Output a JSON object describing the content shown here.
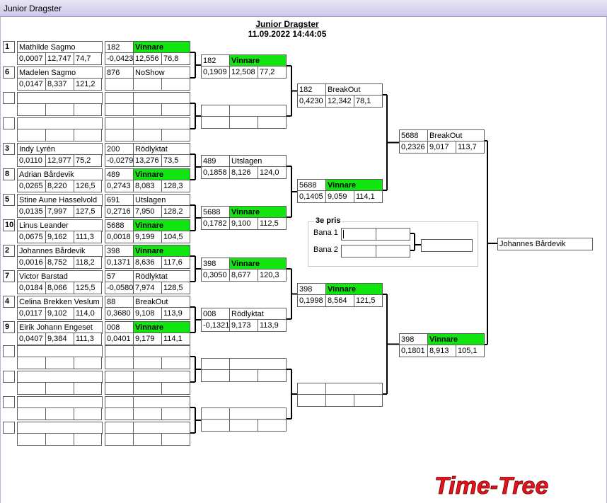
{
  "window": {
    "title": "Junior Dragster"
  },
  "header": {
    "title": "Junior Dragster",
    "datetime": "11.09.2022 14:44:05"
  },
  "round1": [
    {
      "seed": "1",
      "name": "Mathilde Sagmo",
      "rt": "0,0007",
      "et": "12,747",
      "speed": "74,7",
      "pair": "182",
      "status": "Vinnare",
      "win": true,
      "rt2": "-0,0423",
      "et2": "12,556",
      "speed2": "76,8"
    },
    {
      "seed": "6",
      "name": "Madelen Sagmo",
      "rt": "0,0147",
      "et": "8,337",
      "speed": "121,2",
      "pair": "876",
      "status": "NoShow",
      "win": false,
      "rt2": "",
      "et2": "",
      "speed2": ""
    },
    {
      "seed": "",
      "name": "",
      "rt": "",
      "et": "",
      "speed": "",
      "pair": "",
      "status": "",
      "win": false,
      "rt2": "",
      "et2": "",
      "speed2": ""
    },
    {
      "seed": "",
      "name": "",
      "rt": "",
      "et": "",
      "speed": "",
      "pair": "",
      "status": "",
      "win": false,
      "rt2": "",
      "et2": "",
      "speed2": ""
    },
    {
      "seed": "3",
      "name": "Indy Lyrén",
      "rt": "0,0110",
      "et": "12,977",
      "speed": "75,2",
      "pair": "200",
      "status": "Rödlyktat",
      "win": false,
      "rt2": "-0,0279",
      "et2": "13,276",
      "speed2": "73,5"
    },
    {
      "seed": "8",
      "name": "Adrian Bårdevik",
      "rt": "0,0265",
      "et": "8,220",
      "speed": "126,5",
      "pair": "489",
      "status": "Vinnare",
      "win": true,
      "rt2": "0,2743",
      "et2": "8,083",
      "speed2": "128,3"
    },
    {
      "seed": "5",
      "name": "Stine Aune Hasselvold",
      "rt": "0,0135",
      "et": "7,997",
      "speed": "127,5",
      "pair": "691",
      "status": "Utslagen",
      "win": false,
      "rt2": "0,2716",
      "et2": "7,950",
      "speed2": "128,2"
    },
    {
      "seed": "10",
      "name": "Linus Leander",
      "rt": "0,0675",
      "et": "9,162",
      "speed": "111,3",
      "pair": "5688",
      "status": "Vinnare",
      "win": true,
      "rt2": "0,0018",
      "et2": "9,199",
      "speed2": "104,5"
    },
    {
      "seed": "2",
      "name": "Johannes Bårdevik",
      "rt": "0,0016",
      "et": "8,752",
      "speed": "118,2",
      "pair": "398",
      "status": "Vinnare",
      "win": true,
      "rt2": "0,1371",
      "et2": "8,636",
      "speed2": "117,6"
    },
    {
      "seed": "7",
      "name": "Victor Barstad",
      "rt": "0,0184",
      "et": "8,066",
      "speed": "125,5",
      "pair": "57",
      "status": "Rödlyktat",
      "win": false,
      "rt2": "-0,0580",
      "et2": "7,974",
      "speed2": "128,5"
    },
    {
      "seed": "4",
      "name": "Celina Brekken Veslum",
      "rt": "0,0117",
      "et": "9,102",
      "speed": "114,0",
      "pair": "88",
      "status": "BreakOut",
      "win": false,
      "rt2": "0,3680",
      "et2": "9,108",
      "speed2": "113,9"
    },
    {
      "seed": "9",
      "name": "Eirik Johann Engeset",
      "rt": "0,0407",
      "et": "9,384",
      "speed": "111,3",
      "pair": "008",
      "status": "Vinnare",
      "win": true,
      "rt2": "0,0401",
      "et2": "9,179",
      "speed2": "114,1"
    },
    {
      "seed": "",
      "name": "",
      "rt": "",
      "et": "",
      "speed": "",
      "pair": "",
      "status": "",
      "win": false,
      "rt2": "",
      "et2": "",
      "speed2": ""
    },
    {
      "seed": "",
      "name": "",
      "rt": "",
      "et": "",
      "speed": "",
      "pair": "",
      "status": "",
      "win": false,
      "rt2": "",
      "et2": "",
      "speed2": ""
    },
    {
      "seed": "",
      "name": "",
      "rt": "",
      "et": "",
      "speed": "",
      "pair": "",
      "status": "",
      "win": false,
      "rt2": "",
      "et2": "",
      "speed2": ""
    },
    {
      "seed": "",
      "name": "",
      "rt": "",
      "et": "",
      "speed": "",
      "pair": "",
      "status": "",
      "win": false,
      "rt2": "",
      "et2": "",
      "speed2": ""
    }
  ],
  "round2": [
    {
      "pair": "182",
      "status": "Vinnare",
      "win": true,
      "rt": "0,1909",
      "et": "12,508",
      "speed": "77,2"
    },
    {
      "pair": "",
      "status": "",
      "win": false,
      "rt": "",
      "et": "",
      "speed": ""
    },
    {
      "pair": "489",
      "status": "Utslagen",
      "win": false,
      "rt": "0,1858",
      "et": "8,126",
      "speed": "124,0"
    },
    {
      "pair": "5688",
      "status": "Vinnare",
      "win": true,
      "rt": "0,1782",
      "et": "9,100",
      "speed": "112,5"
    },
    {
      "pair": "398",
      "status": "Vinnare",
      "win": true,
      "rt": "0,3050",
      "et": "8,677",
      "speed": "120,3"
    },
    {
      "pair": "008",
      "status": "Rödlyktat",
      "win": false,
      "rt": "-0,1321",
      "et": "9,173",
      "speed": "113,9"
    },
    {
      "pair": "",
      "status": "",
      "win": false,
      "rt": "",
      "et": "",
      "speed": ""
    },
    {
      "pair": "",
      "status": "",
      "win": false,
      "rt": "",
      "et": "",
      "speed": ""
    }
  ],
  "round3": [
    {
      "pair": "182",
      "status": "BreakOut",
      "win": false,
      "rt": "0,4230",
      "et": "12,342",
      "speed": "78,1"
    },
    {
      "pair": "5688",
      "status": "Vinnare",
      "win": true,
      "rt": "0,1405",
      "et": "9,059",
      "speed": "114,1"
    },
    {
      "pair": "398",
      "status": "Vinnare",
      "win": true,
      "rt": "0,1998",
      "et": "8,564",
      "speed": "121,5"
    },
    {
      "pair": "",
      "status": "",
      "win": false,
      "rt": "",
      "et": "",
      "speed": ""
    }
  ],
  "round4": [
    {
      "pair": "5688",
      "status": "BreakOut",
      "win": false,
      "rt": "0,2326",
      "et": "9,017",
      "speed": "113,7"
    },
    {
      "pair": "398",
      "status": "Vinnare",
      "win": true,
      "rt": "0,1801",
      "et": "8,913",
      "speed": "105,1"
    }
  ],
  "champion": {
    "name": "Johannes Bårdevik"
  },
  "third_place": {
    "title": "3e pris",
    "lane1": "Bana 1",
    "lane2": "Bana 2",
    "lane1_value": "",
    "lane2_value": "",
    "result": ""
  },
  "logo": {
    "text": "Time-Tree",
    "color": "#e8121b"
  },
  "colors": {
    "winner": "#11e611",
    "border": "#5e5e5e",
    "titlebar": "#cdc8ea"
  }
}
